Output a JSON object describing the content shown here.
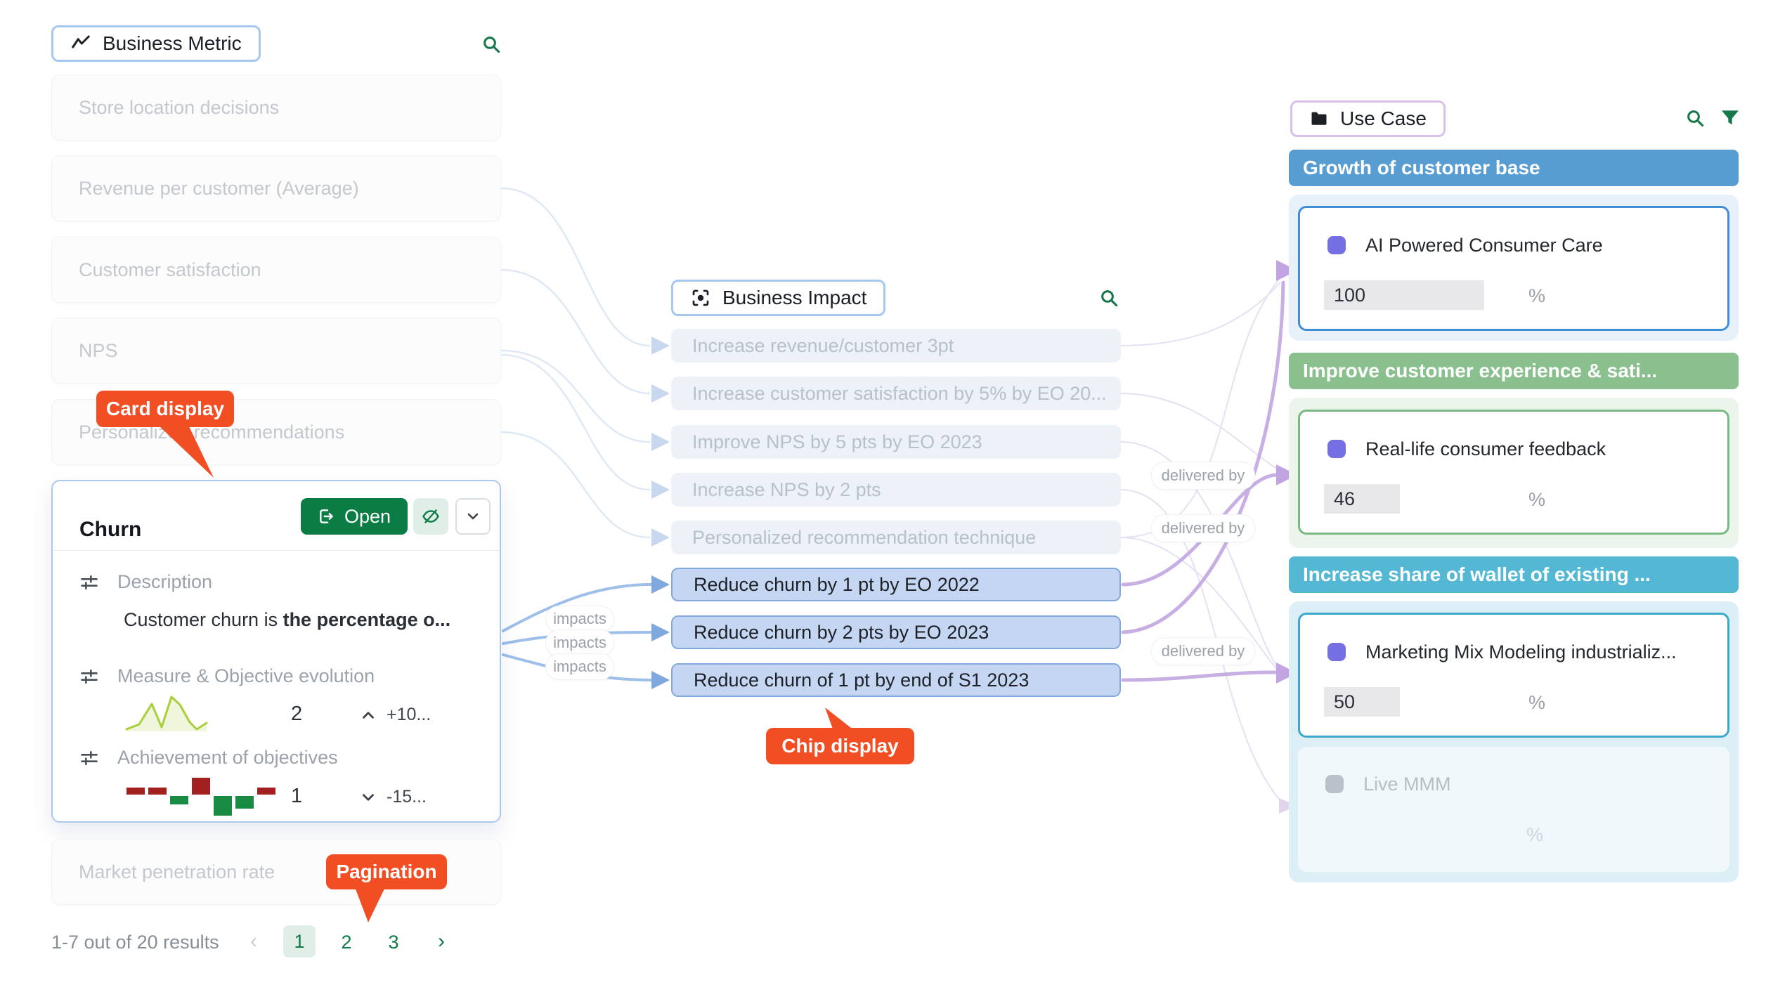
{
  "metrics_panel": {
    "header_label": "Business Metric",
    "items": [
      "Store location decisions",
      "Revenue per customer (Average)",
      "Customer satisfaction",
      "NPS",
      "Personalized recommendations",
      "Market penetration rate"
    ],
    "churn_card": {
      "title": "Churn",
      "open_label": "Open",
      "description_label": "Description",
      "description_text": "Customer churn is ",
      "description_bold": "the percentage o...",
      "evolution_label": "Measure & Objective evolution",
      "evolution_value": "2",
      "evolution_delta": "+10...",
      "achievement_label": "Achievement of objectives",
      "achievement_value": "1",
      "achievement_delta": "-15..."
    },
    "pagination": {
      "summary": "1-7 out of 20 results",
      "prev": "‹",
      "pages": [
        "1",
        "2",
        "3"
      ],
      "next": "›"
    }
  },
  "impact_panel": {
    "header_label": "Business Impact",
    "chips": [
      {
        "label": "Increase revenue/customer 3pt",
        "state": "inactive"
      },
      {
        "label": "Increase customer satisfaction by 5% by EO 20...",
        "state": "inactive"
      },
      {
        "label": "Improve NPS by 5 pts by EO 2023",
        "state": "inactive"
      },
      {
        "label": "Increase NPS by 2 pts",
        "state": "inactive"
      },
      {
        "label": "Personalized recommendation technique",
        "state": "inactive"
      },
      {
        "label": "Reduce churn by 1 pt by EO 2022",
        "state": "active"
      },
      {
        "label": "Reduce churn by 2 pts by EO 2023",
        "state": "active"
      },
      {
        "label": "Reduce churn of 1 pt by end of S1 2023",
        "state": "active"
      }
    ],
    "edge_label": "impacts"
  },
  "usecase_panel": {
    "header_label": "Use Case",
    "edge_label": "delivered by",
    "groups": [
      {
        "title": "Growth of customer base"
      },
      {
        "title": "Improve customer experience & sati..."
      },
      {
        "title": "Increase share of wallet of existing ..."
      }
    ],
    "cards": [
      {
        "title": "AI Powered Consumer Care",
        "value": "100",
        "unit": "%"
      },
      {
        "title": "Real-life consumer feedback",
        "value": "46",
        "unit": "%"
      },
      {
        "title": "Marketing Mix Modeling industrializ...",
        "value": "50",
        "unit": "%"
      },
      {
        "title": "Live MMM",
        "unit": "%"
      }
    ]
  },
  "annotations": {
    "card_display": "Card display",
    "chip_display": "Chip display",
    "pagination": "Pagination"
  },
  "icons": {
    "metric": "trend-line",
    "impact": "focus-frame",
    "usecase": "folder",
    "search": "magnifier",
    "filter": "funnel",
    "open": "open-arrow",
    "hide": "eye-off",
    "expand": "chevron-down",
    "row": "sliders",
    "up": "chevron-up",
    "down": "chevron-down",
    "prev": "chevron-left",
    "next": "chevron-right"
  },
  "colors": {
    "accent_green": "#0c7c45",
    "edge_blue": "#9dbfe9",
    "edge_purple": "#c5abe2",
    "group_blue": "#579dd1",
    "group_green": "#8ac08e",
    "group_cyan": "#54b8d4",
    "callout_red": "#f14e24",
    "select_blue": "#418ed6",
    "bullet_purple": "#7470e4"
  }
}
